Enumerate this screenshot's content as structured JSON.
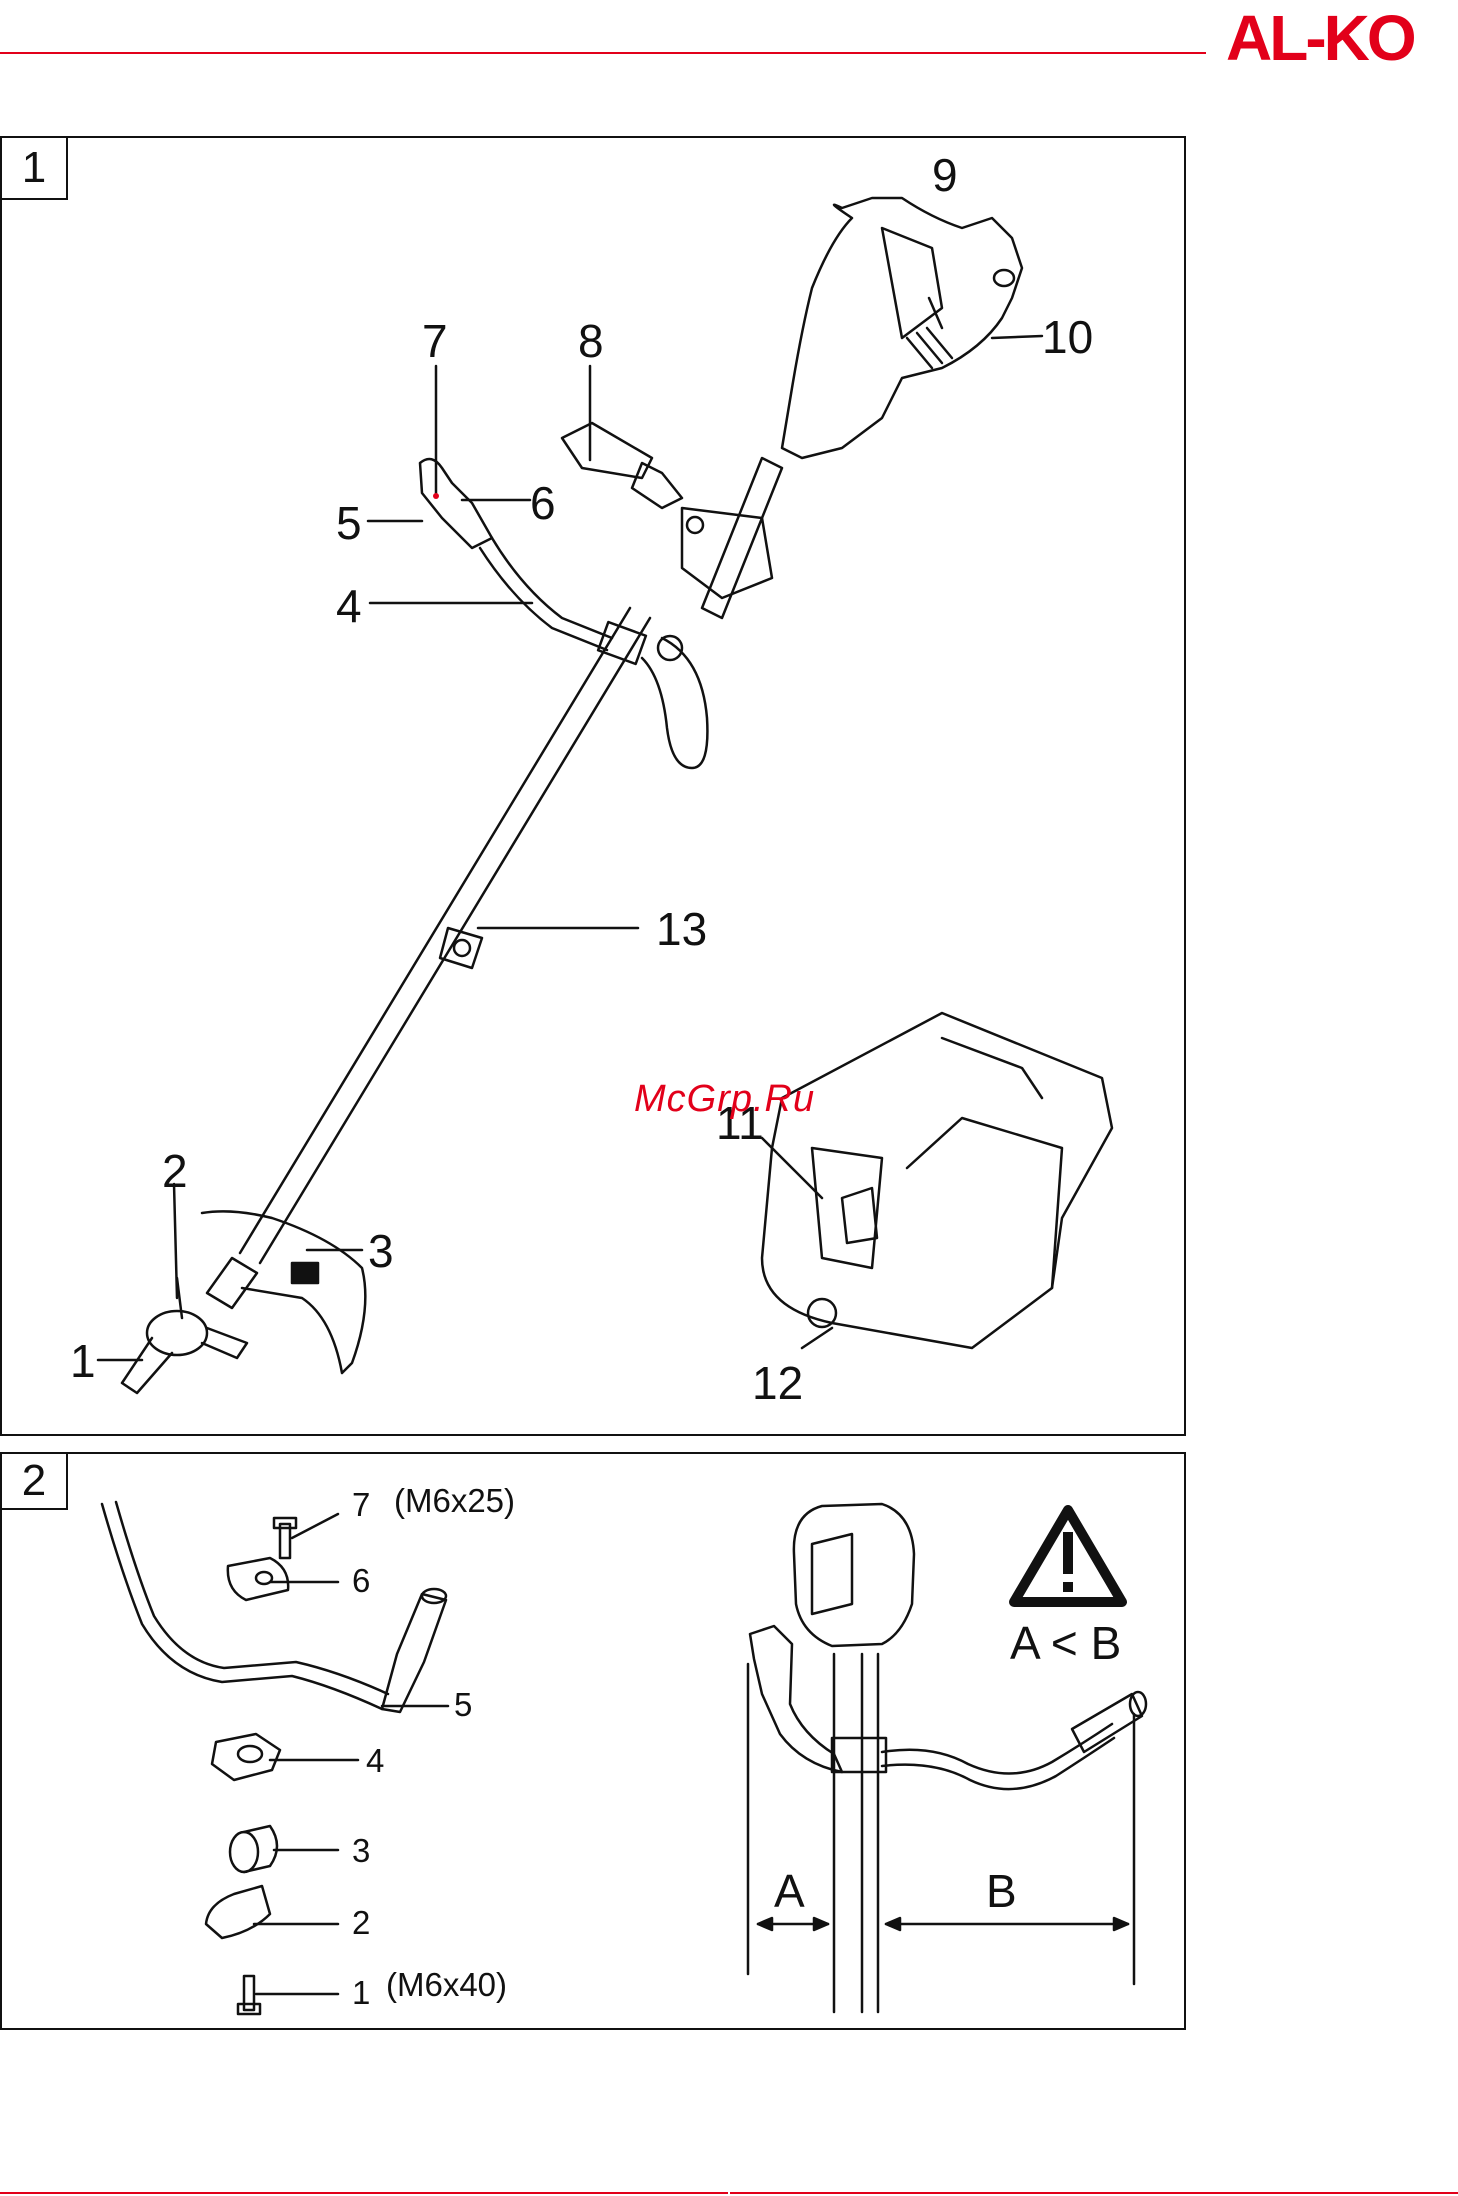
{
  "header": {
    "brand": "AL-KO",
    "accent_color": "#e2001a"
  },
  "watermark": "McGrp.Ru",
  "figure1": {
    "number": "1",
    "callouts": [
      "1",
      "2",
      "3",
      "4",
      "5",
      "6",
      "7",
      "8",
      "9",
      "10",
      "11",
      "12",
      "13"
    ]
  },
  "figure2": {
    "number": "2",
    "parts": [
      {
        "num": "7",
        "spec": "(M6x25)"
      },
      {
        "num": "6"
      },
      {
        "num": "5"
      },
      {
        "num": "4"
      },
      {
        "num": "3"
      },
      {
        "num": "2"
      },
      {
        "num": "1",
        "spec": "(M6x40)"
      }
    ],
    "inequality": "A < B",
    "dim_a": "A",
    "dim_b": "B",
    "warning_icon": "warning-triangle-icon"
  }
}
